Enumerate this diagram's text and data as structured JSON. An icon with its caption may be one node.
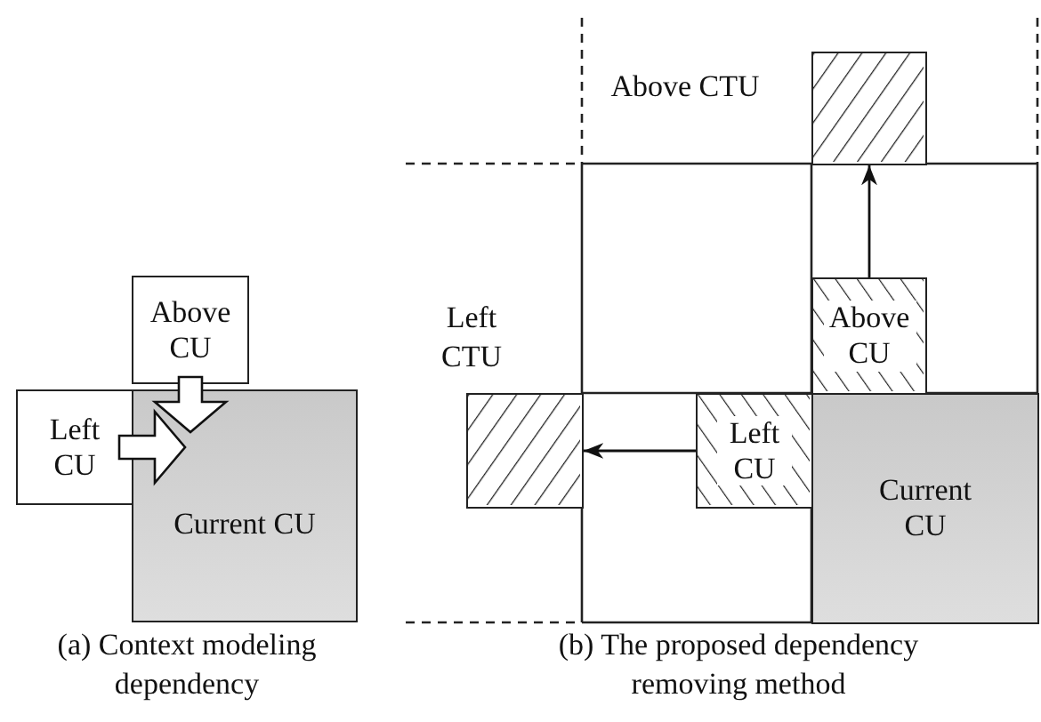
{
  "diagram": {
    "nodes": [
      {
        "text": [
          "Above CU"
        ]
      },
      {
        "text": [
          "Left CU"
        ]
      },
      {
        "text": [
          "Current CU"
        ]
      },
      {
        "text": [],
        "shape": "box"
      },
      {
        "text": [
          "Above CU"
        ]
      },
      {
        "text": [
          "Left CU"
        ]
      },
      {
        "text": [
          "Current CU"
        ]
      },
      {
        "text": [],
        "shape": "box"
      }
    ],
    "edges": [
      {
        "from": 0,
        "to": 2,
        "arrow": "to",
        "style": "thick"
      },
      {
        "from": 1,
        "to": 2,
        "arrow": "to",
        "style": "thick"
      },
      {
        "from": 4,
        "to": 3,
        "arrow": "to"
      },
      {
        "from": 5,
        "to": 7,
        "arrow": "to"
      }
    ],
    "labels": [
      "Above CTU",
      "Left CTU",
      "(a)   Context modeling dependency",
      "(b)   The proposed dependency removing method"
    ]
  }
}
